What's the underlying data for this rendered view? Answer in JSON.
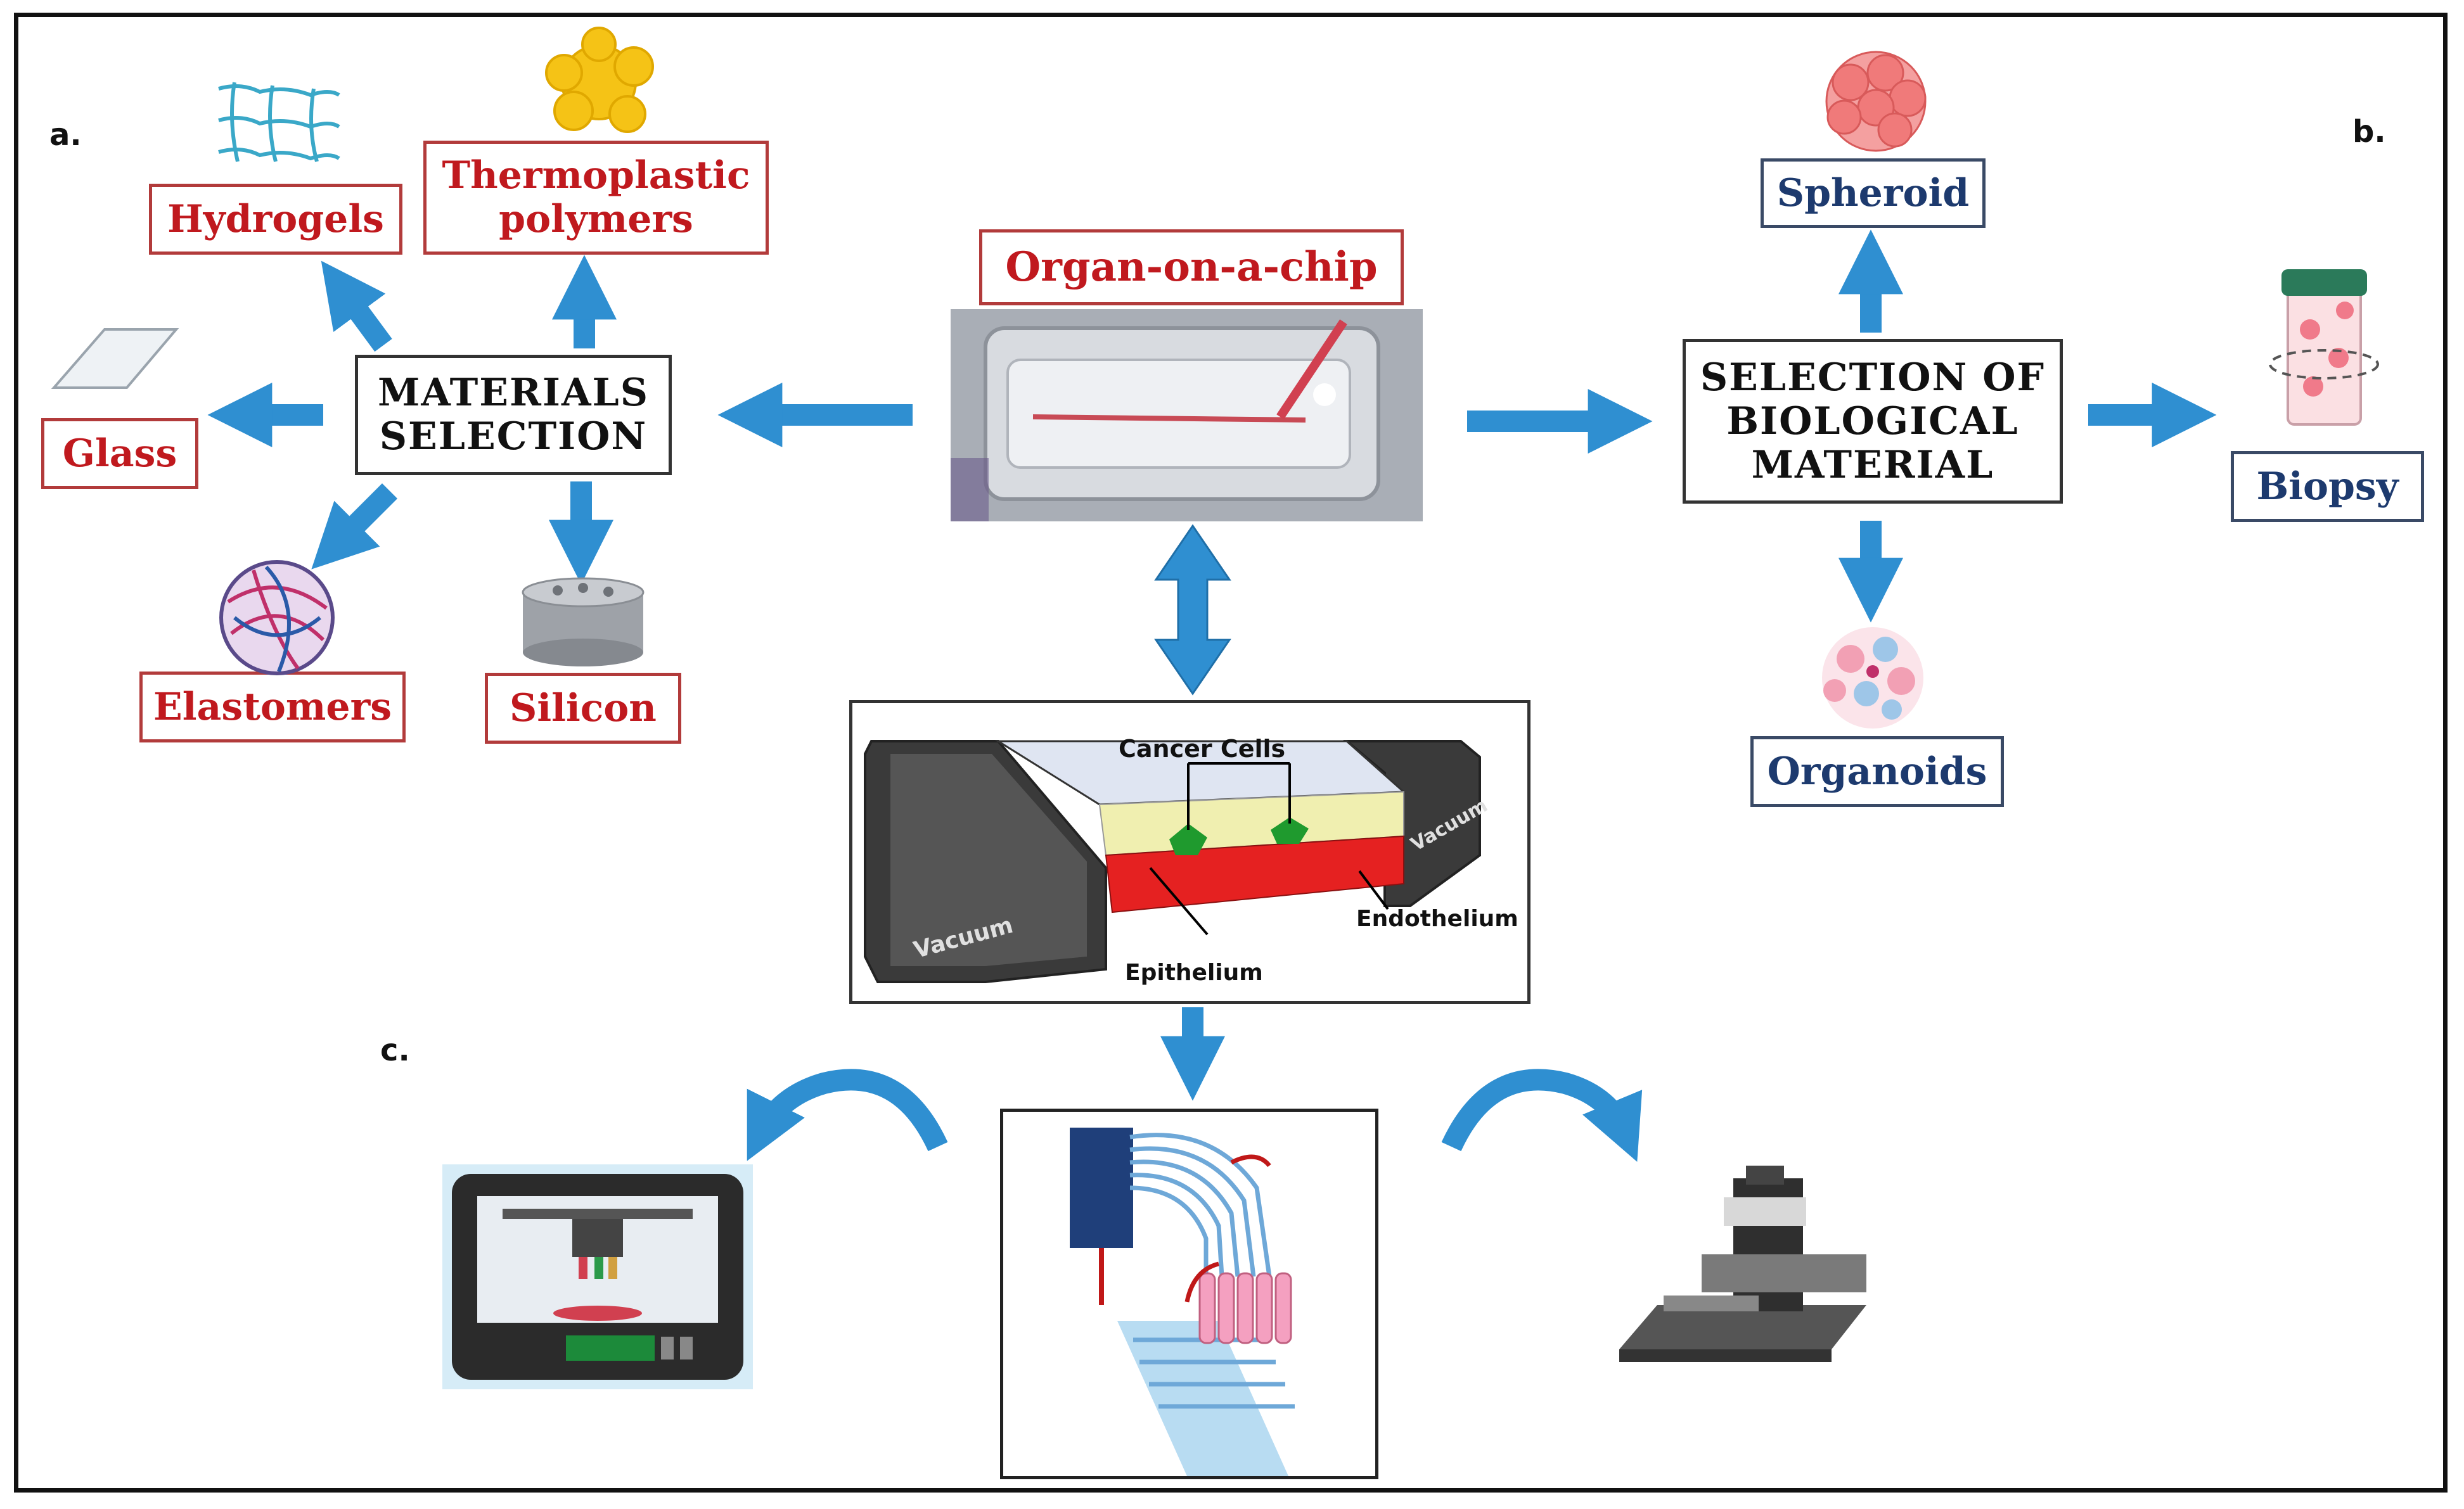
{
  "panel_labels": {
    "a": "a.",
    "b": "b.",
    "c": "c."
  },
  "center": {
    "title": "Organ-on-a-chip"
  },
  "materials": {
    "title_line1": "MATERIALS",
    "title_line2": "SELECTION",
    "hydrogels": "Hydrogels",
    "thermo_line1": "Thermoplastic",
    "thermo_line2": "polymers",
    "glass": "Glass",
    "elastomers": "Elastomers",
    "silicon": "Silicon"
  },
  "biological": {
    "title_line1": "SELECTION OF",
    "title_line2": "BIOLOGICAL",
    "title_line3": "MATERIAL",
    "spheroid": "Spheroid",
    "biopsy": "Biopsy",
    "organoids": "Organoids"
  },
  "chip_diagram": {
    "cancer_cells": "Cancer Cells",
    "endothelium": "Endothelium",
    "epithelium": "Epithelium",
    "vacuum_left": "Vacuum",
    "vacuum_right": "Vacuum"
  },
  "colors": {
    "arrow": "#2f8fd1",
    "red_text": "#c0191e",
    "navy_text": "#1d3a6e"
  },
  "icons": [
    "hydrogel-mesh-icon",
    "thermoplastic-blob-icon",
    "glass-slide-icon",
    "elastomer-sphere-icon",
    "silicon-cylinder-icon",
    "spheroid-icon",
    "biopsy-tube-icon",
    "organoid-icon",
    "3d-printer-icon",
    "microfluidic-device-icon",
    "microscope-icon"
  ]
}
